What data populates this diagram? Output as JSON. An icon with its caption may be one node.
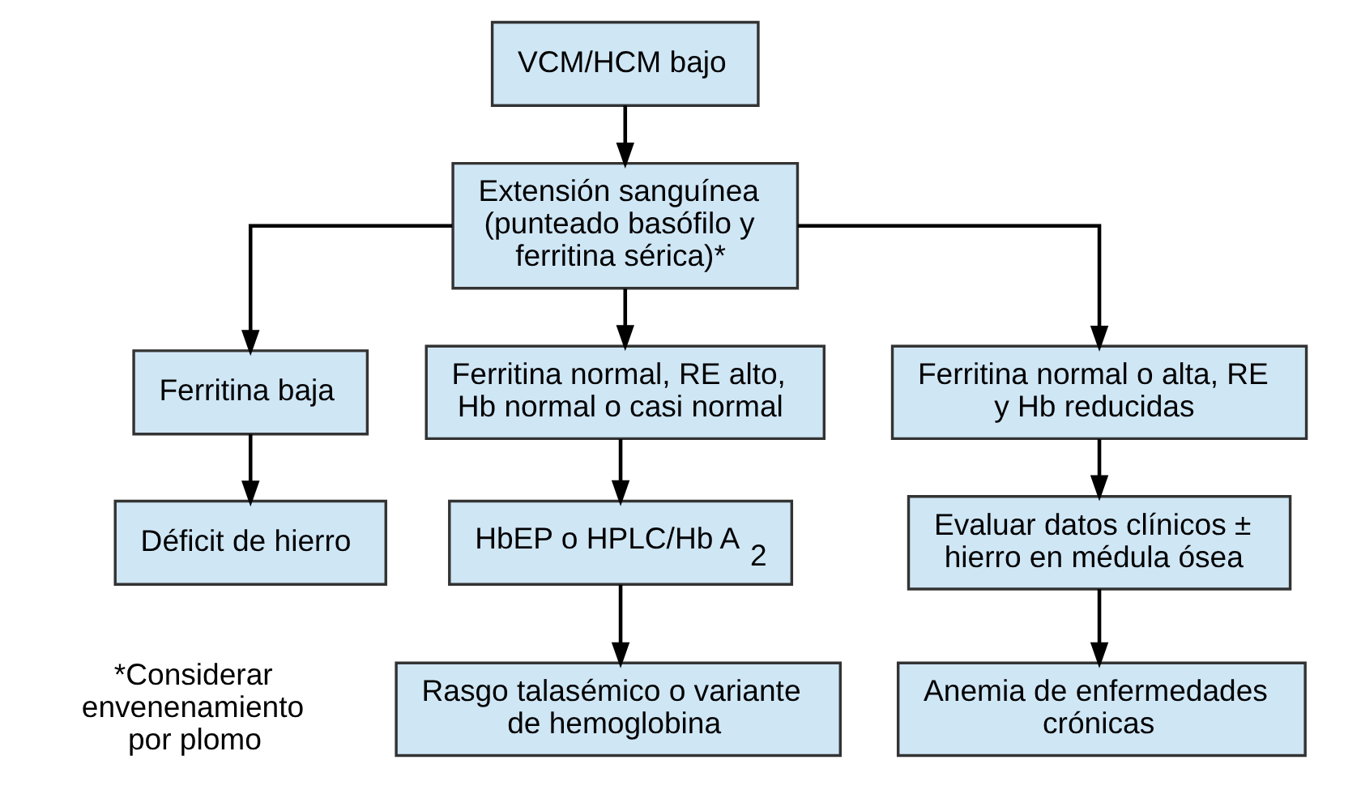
{
  "diagram": {
    "nodes": [
      {
        "text": [
          "VCM/HCM bajo"
        ]
      },
      {
        "text": [
          "Extensión sanguínea (punteado basófilo y ferritina sérica)*"
        ]
      },
      {
        "text": [
          "Ferritina baja"
        ]
      },
      {
        "text": [
          "Ferritina normal, RE alto, Hb normal o casi normal"
        ]
      },
      {
        "text": [
          "Ferritina normal o alta, RE y Hb reducidas"
        ]
      },
      {
        "text": [
          "Déficit de hierro"
        ]
      },
      {
        "text": [
          "HbEP o HPLC/Hb A$_{2}$"
        ]
      },
      {
        "text": [
          "Evaluar datos clínicos ± hierro en médula ósea"
        ]
      },
      {
        "text": [
          "Rasgo talasémico o variante de hemoglobina"
        ]
      },
      {
        "text": [
          "Anemia de enfermedades crónicas"
        ]
      }
    ],
    "edges": [
      {
        "from": 0,
        "to": 1,
        "arrow": "to"
      },
      {
        "from": 1,
        "to": 2,
        "arrow": "to"
      },
      {
        "from": 1,
        "to": 3,
        "arrow": "to"
      },
      {
        "from": 1,
        "to": 4,
        "arrow": "to"
      },
      {
        "from": 2,
        "to": 5,
        "arrow": "to"
      },
      {
        "from": 3,
        "to": 6,
        "arrow": "to"
      },
      {
        "from": 4,
        "to": 7,
        "arrow": "to"
      },
      {
        "from": 6,
        "to": 8,
        "arrow": "to"
      },
      {
        "from": 7,
        "to": 9,
        "arrow": "to"
      }
    ],
    "labels": [
      "*Considerar envenenamiento por plomo"
    ]
  }
}
